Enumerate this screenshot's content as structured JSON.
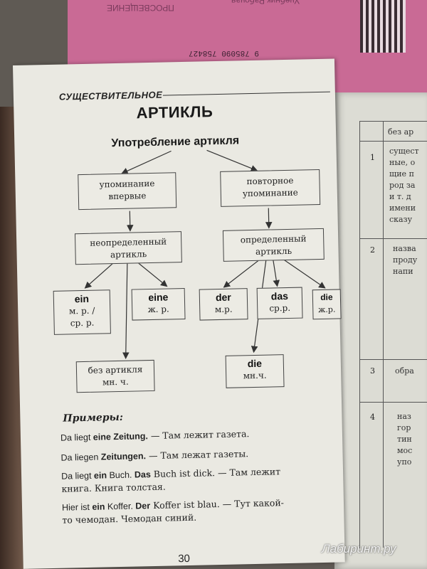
{
  "cover": {
    "publisher": "ПРОСВЕЩЕНИЕ",
    "barcode": "9 785090 758427",
    "series": "Учебник Рабочая"
  },
  "page": {
    "section": "СУЩЕСТВИТЕЛЬНОЕ",
    "title": "АРТИКЛЬ",
    "subtitle": "Употребление артикля",
    "diagram": {
      "first_mention": [
        "упоминание",
        "впервые"
      ],
      "repeat_mention": [
        "повторное",
        "упоминание"
      ],
      "indefinite": [
        "неопределенный",
        "артикль"
      ],
      "definite": [
        "определенный",
        "артикль"
      ],
      "ein": {
        "word": "ein",
        "note1": "м. р. /",
        "note2": "ср. р."
      },
      "eine": {
        "word": "eine",
        "note1": "ж. р."
      },
      "no_article": {
        "line1": "без артикля",
        "line2": "мн. ч."
      },
      "der": {
        "word": "der",
        "note1": "м.р."
      },
      "das": {
        "word": "das",
        "note1": "ср.р."
      },
      "die_sg": {
        "word": "die",
        "note1": "ж.р."
      },
      "die_pl": {
        "word": "die",
        "note1": "мн.ч."
      }
    },
    "examples_title": "Примеры:",
    "examples": [
      {
        "p1": "Da liegt ",
        "b1": "eine Zeitung.",
        "p2": " — Там лежит газета."
      },
      {
        "p1": "Da liegen ",
        "b1": "Zeitungen.",
        "p2": " — Там лежат газеты."
      },
      {
        "p1": "Da liegt ",
        "b1": "ein",
        "p2": " Buch. ",
        "b2": "Das",
        "p3": " Buch ist dick. — Там лежит",
        "line2": "книга. Книга толстая."
      },
      {
        "p1": "Hier ist ",
        "b1": "ein",
        "p2": " Koffer. ",
        "b2": "Der",
        "p3": " Koffer ist blau. — Тут какой-",
        "line2": "то чемодан. Чемодан синий."
      }
    ],
    "page_number": "30"
  },
  "right_page": {
    "header": "без ар",
    "rows": [
      {
        "num": "1",
        "text": [
          "сущест",
          "ные, о",
          "щие п",
          "род за",
          "и т. д",
          "имени",
          "сказу"
        ]
      },
      {
        "num": "2",
        "text": [
          "назва",
          "проду",
          "напи"
        ]
      },
      {
        "num": "3",
        "text": [
          "обра"
        ]
      },
      {
        "num": "4",
        "text": [
          "наз",
          "гор",
          "тин",
          "мос",
          "упо"
        ]
      }
    ]
  },
  "watermark": "Лабиринт.ру",
  "colors": {
    "cover": "#c96a95",
    "paper": "#eae9e2",
    "ink": "#222222"
  }
}
